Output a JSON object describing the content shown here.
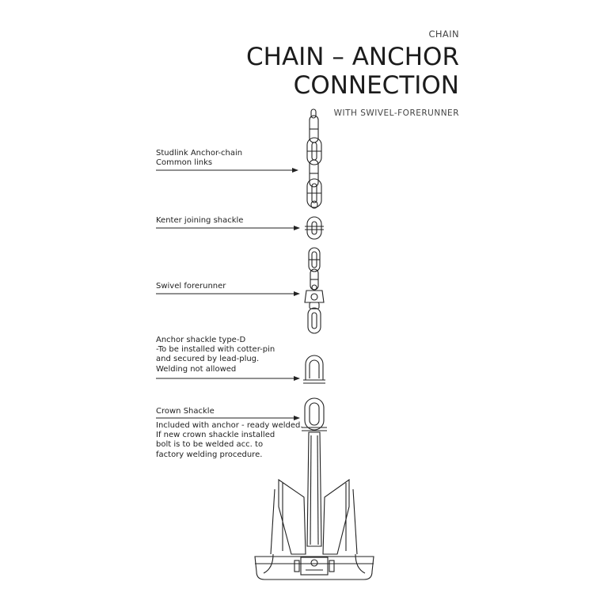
{
  "header": {
    "kicker": "CHAIN",
    "title_line1": "CHAIN – ANCHOR",
    "title_line2": "CONNECTION",
    "subtitle": "WITH SWIVEL-FORERUNNER"
  },
  "labels": {
    "studlink": [
      "Studlink Anchor-chain",
      "Common links"
    ],
    "kenter": [
      "Kenter joining shackle"
    ],
    "swivel": [
      "Swivel forerunner"
    ],
    "anchor_shackle": [
      "Anchor shackle type-D",
      "-To be installed with cotter-pin",
      "and secured by lead-plug.",
      "Welding not allowed"
    ],
    "crown_title": [
      "Crown Shackle"
    ],
    "crown_notes": [
      "Included with anchor - ready welded.",
      "If new crown shackle installed",
      "bolt is to be welded acc. to",
      "factory welding procedure."
    ]
  },
  "colors": {
    "ink": "#222222",
    "background": "#ffffff"
  }
}
